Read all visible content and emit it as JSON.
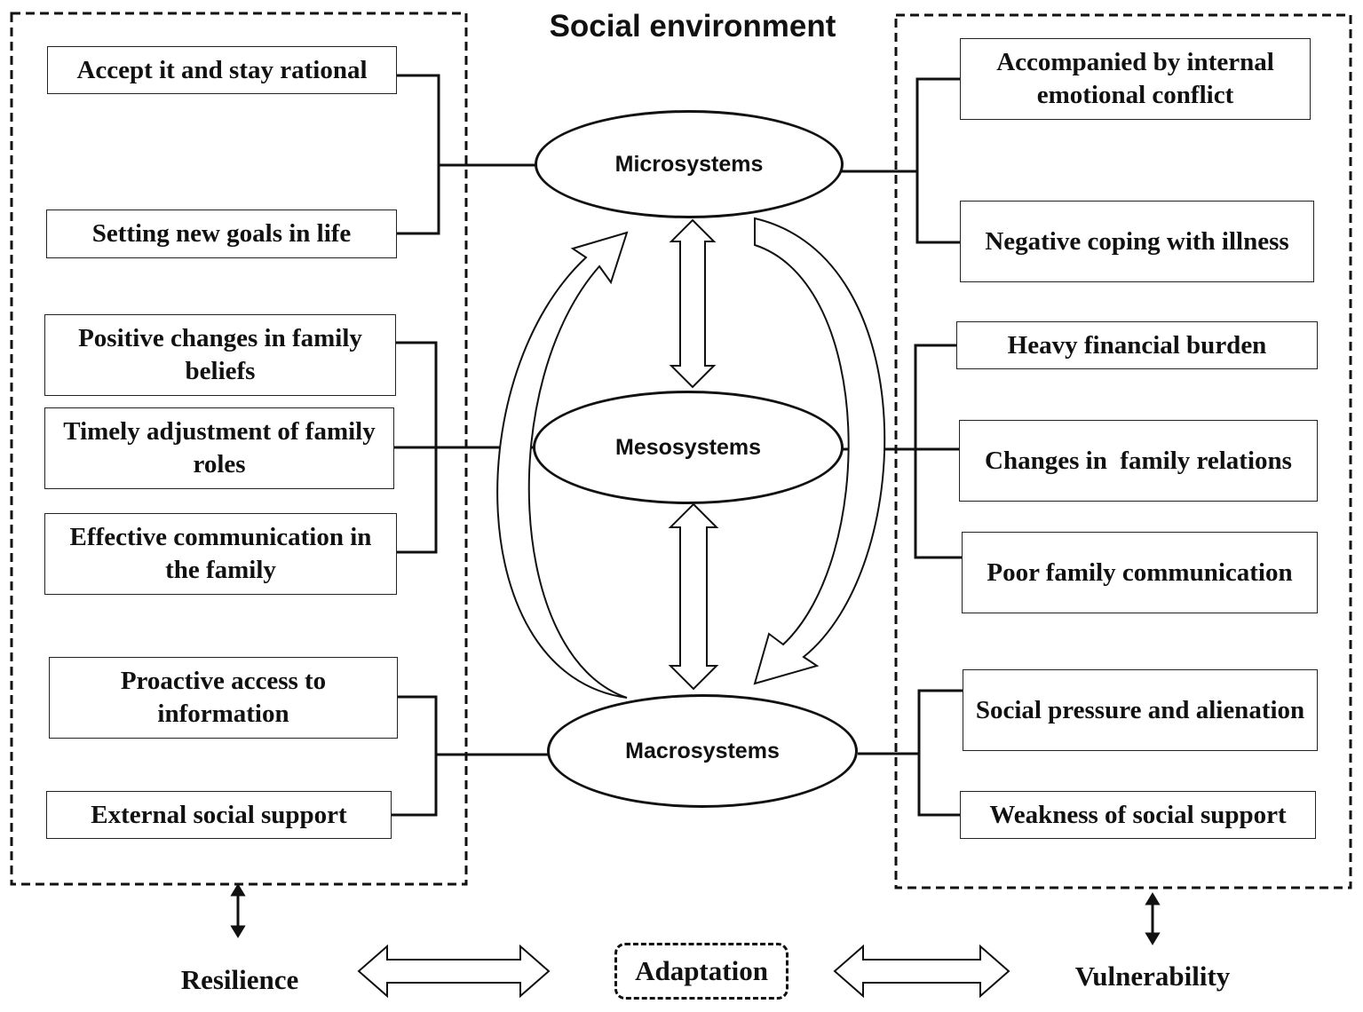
{
  "title": "Social environment",
  "systems": {
    "micro": "Microsystems",
    "meso": "Mesosystems",
    "macro": "Macrosystems"
  },
  "resilience_factors": {
    "micro": [
      "Accept it and stay rational",
      "Setting new goals in life"
    ],
    "meso": [
      "Positive changes in family beliefs",
      "Timely adjustment of family roles",
      "Effective communication in the family"
    ],
    "macro": [
      "Proactive access to information",
      "External social support"
    ]
  },
  "vulnerability_factors": {
    "micro": [
      "Accompanied by internal emotional conflict",
      "Negative coping with illness"
    ],
    "meso": [
      "Heavy financial burden",
      "Changes in  family relations",
      "Poor family communication"
    ],
    "macro": [
      "Social pressure and alienation",
      "Weakness of social support"
    ]
  },
  "bottom": {
    "resilience": "Resilience",
    "adaptation": "Adaptation",
    "vulnerability": "Vulnerability"
  }
}
